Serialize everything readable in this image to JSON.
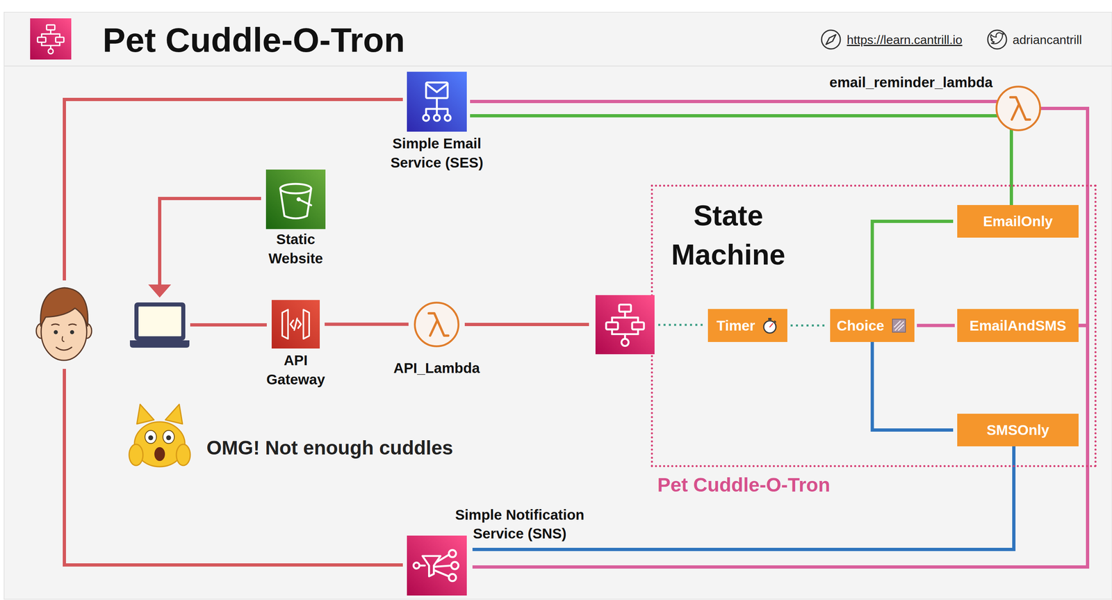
{
  "diagram": {
    "title": "Pet Cuddle-O-Tron",
    "nodes": [
      {
        "text": [
          "Simple Email Service (SES)"
        ]
      },
      {
        "text": [
          "email_reminder_lambda"
        ]
      },
      {
        "text": [
          "Static Website"
        ]
      },
      {
        "text": [
          "API Gateway"
        ]
      },
      {
        "text": [
          "API_Lambda"
        ]
      },
      {
        "text": [
          "State Machine",
          "Pet Cuddle-O-Tron"
        ]
      },
      {
        "text": [
          "Timer"
        ],
        "in": 5
      },
      {
        "text": [
          "Choice"
        ],
        "in": 5
      },
      {
        "text": [
          "EmailOnly"
        ],
        "in": 5
      },
      {
        "text": [
          "EmailAndSMS"
        ],
        "in": 5
      },
      {
        "text": [
          "SMSOnly"
        ],
        "in": 5
      },
      {
        "text": [
          "Simple Notification Service (SNS)"
        ]
      }
    ],
    "edges": [
      {
        "from": 3,
        "to": 4,
        "arrow": "none"
      },
      {
        "from": 4,
        "to": 5,
        "arrow": "none"
      },
      {
        "from": 6,
        "to": 7,
        "arrow": "none"
      },
      {
        "from": 7,
        "to": 8,
        "arrow": "none"
      },
      {
        "from": 7,
        "to": 9,
        "arrow": "none"
      },
      {
        "from": 7,
        "to": 10,
        "arrow": "none"
      },
      {
        "from": 8,
        "to": 1,
        "arrow": "none"
      },
      {
        "from": 9,
        "to": 1,
        "arrow": "none"
      },
      {
        "from": 1,
        "to": 0,
        "arrow": "none"
      },
      {
        "from": 1,
        "to": 0,
        "arrow": "none"
      },
      {
        "from": 10,
        "to": 11,
        "arrow": "none"
      },
      {
        "from": 9,
        "to": 11,
        "arrow": "none"
      }
    ],
    "labels": [
      "https://learn.cantrill.io",
      "adriancantrill",
      "OMG! Not enough cuddles"
    ]
  }
}
